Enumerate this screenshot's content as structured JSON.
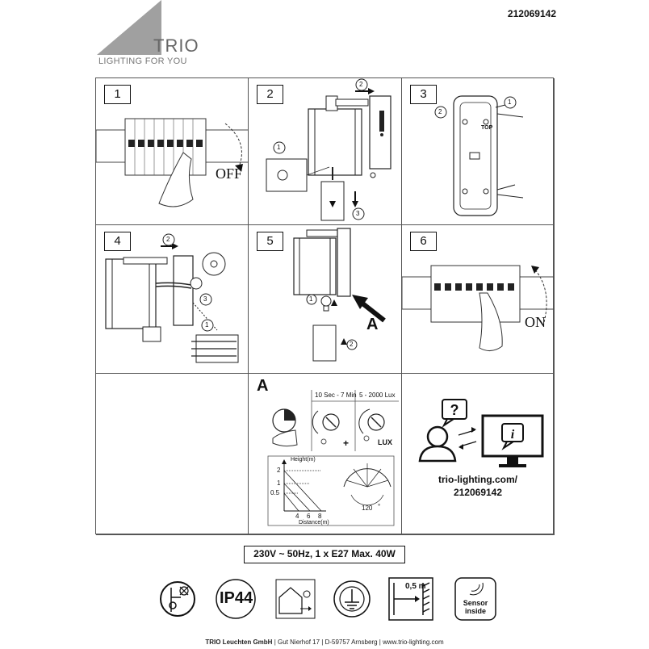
{
  "header": {
    "brand": "TRIO",
    "tagline": "LIGHTING FOR YOU",
    "product_number": "212069142"
  },
  "steps": [
    {
      "number": "1",
      "label": "OFF"
    },
    {
      "number": "2",
      "callouts": [
        "1",
        "2",
        "3"
      ]
    },
    {
      "number": "3",
      "callouts": [
        "1",
        "2"
      ],
      "marks": {
        "top": "TOP"
      }
    },
    {
      "number": "4",
      "callouts": [
        "1",
        "2",
        "3"
      ]
    },
    {
      "number": "5",
      "callouts": [
        "1",
        "2"
      ],
      "arrow_label": "A"
    },
    {
      "number": "6",
      "label": "ON"
    }
  ],
  "sensor_panel": {
    "title": "A",
    "time_range": "10 Sec - 7 Min",
    "lux_range": "5 - 2000 Lux",
    "plus": "+",
    "lux_label": "LUX",
    "height_label": "Height(m)",
    "distance_label": "Distance(m)",
    "y_ticks": [
      "2",
      "1",
      "0.5"
    ],
    "x_ticks": [
      "4",
      "6",
      "8"
    ],
    "angle": "120",
    "degree": "°"
  },
  "info_panel": {
    "url": "trio-lighting.com/",
    "code": "212069142"
  },
  "spec_line": "230V ~ 50Hz, 1 x E27 Max. 40W",
  "symbols": [
    {
      "icon": "no-covering-icon"
    },
    {
      "icon": "ip44-icon",
      "text": "IP44"
    },
    {
      "icon": "outdoor-lamp-icon"
    },
    {
      "icon": "protective-earth-icon"
    },
    {
      "icon": "min-distance-icon",
      "text": "0,5 m"
    },
    {
      "icon": "sensor-inside-icon",
      "text_lines": [
        "Sensor",
        "inside"
      ]
    }
  ],
  "footer": {
    "company": "TRIO Leuchten GmbH",
    "address": "Gut Nierhof 17",
    "city": "D-59757 Arnsberg",
    "website": "www.trio-lighting.com",
    "separator": "|"
  }
}
